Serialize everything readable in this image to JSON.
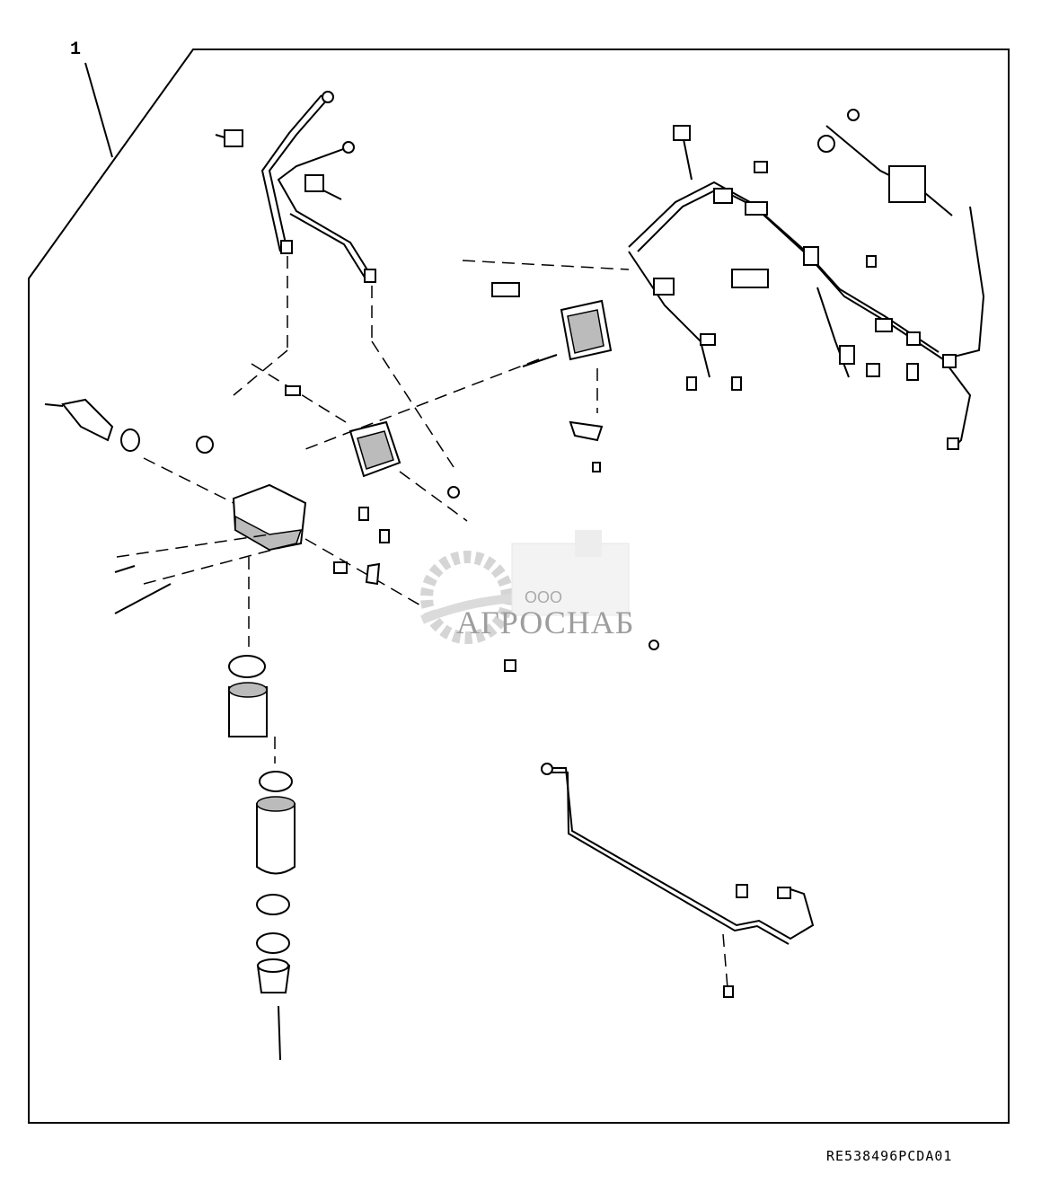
{
  "diagram": {
    "callout_number": "1",
    "reference_code": "RE538496PCDA01",
    "watermark": {
      "prefix": "ООО",
      "name": "АГРОСНАБ"
    }
  }
}
